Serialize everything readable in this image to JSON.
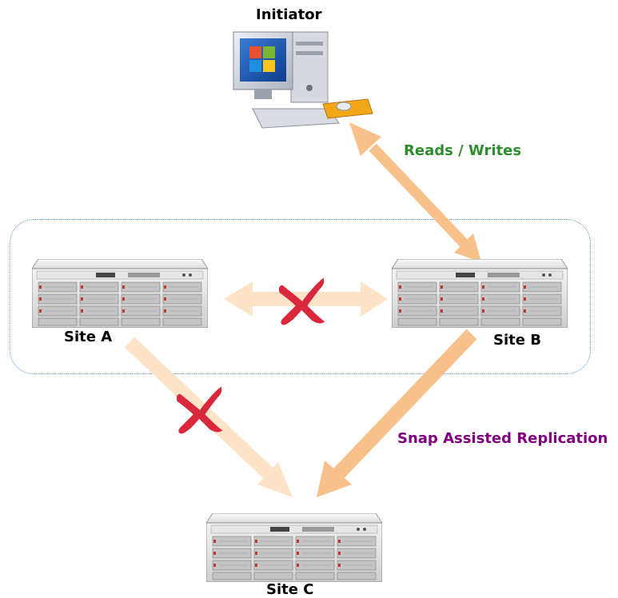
{
  "labels": {
    "initiator": "Initiator",
    "reads_writes": "Reads / Writes",
    "site_a": "Site A",
    "site_b": "Site B",
    "site_c": "Site C",
    "snap_replication": "Snap Assisted Replication"
  },
  "colors": {
    "arrow_active": "#f8c08a",
    "arrow_inactive": "#fde3c8",
    "reads_writes_text": "#2e8b2e",
    "snap_text": "#800080",
    "x_mark": "#d9283c",
    "group_border": "#5b9bd5"
  },
  "icons": {
    "initiator": "desktop-computer-icon",
    "server": "rack-server-icon",
    "failure": "x-mark-icon"
  }
}
